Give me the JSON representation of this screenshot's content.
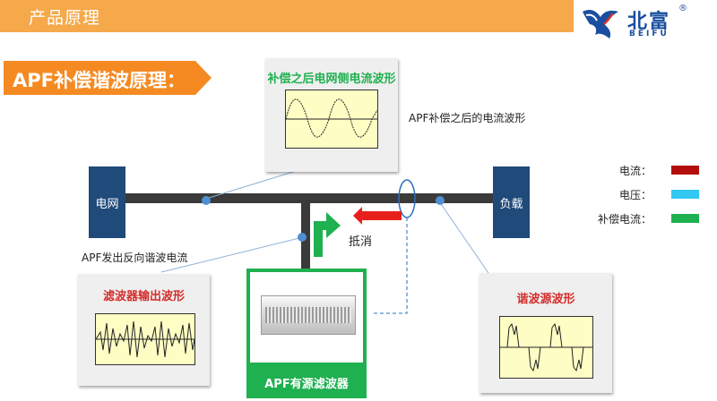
{
  "header": {
    "title": "产品原理"
  },
  "logo": {
    "text": "北富",
    "sub": "BEIFU",
    "registered": "®"
  },
  "section_title": "APF补偿谐波原理：",
  "grid_box": "电网",
  "load_box": "负载",
  "top_panel": {
    "title": "补偿之后电网侧电流波形"
  },
  "top_note": "APF补偿之后的电流波形",
  "left_note": "APF发出反向谐波电流",
  "cancel_label": "抵消",
  "filter_panel": {
    "title": "滤波器输出波形"
  },
  "harmonic_panel": {
    "title": "谐波源波形"
  },
  "apf_caption": "APF有源滤波器",
  "legend": [
    {
      "label": "电流：",
      "color": "#b30c0c"
    },
    {
      "label": "电压：",
      "color": "#33c8f2"
    },
    {
      "label": "补偿电流：",
      "color": "#1fb050"
    }
  ],
  "colors": {
    "header": "#f5a94a",
    "box": "#1f4a7a",
    "apf_green": "#1fb050",
    "arrow_red": "#e8201c",
    "bus": "#3a3a3a"
  }
}
